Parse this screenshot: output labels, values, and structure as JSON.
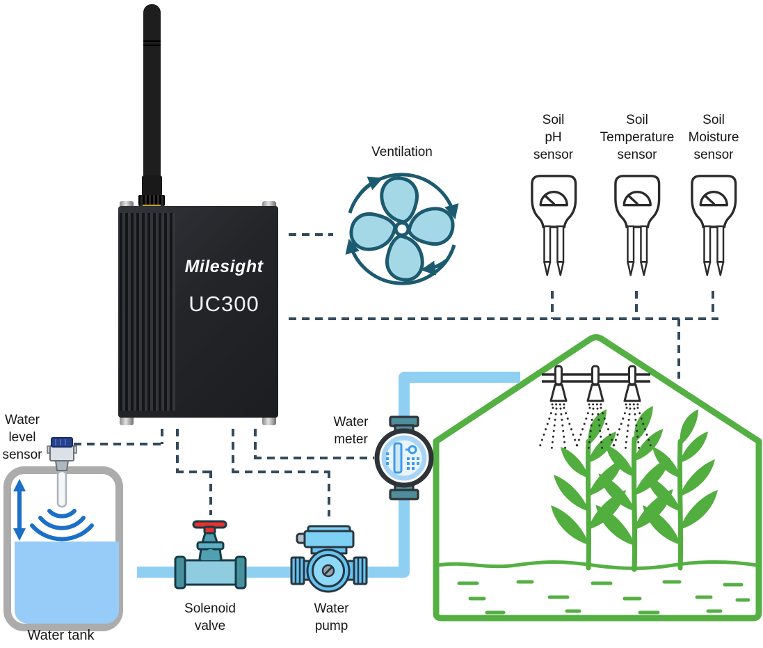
{
  "uc300": {
    "brand": "Milesight",
    "model": "UC300"
  },
  "nodes": {
    "ventilation": {
      "label": "Ventilation"
    },
    "soil_ph_sensor": {
      "lines": [
        "Soil",
        "pH",
        "sensor"
      ]
    },
    "soil_temperature_sensor": {
      "lines": [
        "Soil",
        "Temperature",
        "sensor"
      ]
    },
    "soil_moisture_sensor": {
      "lines": [
        "Soil",
        "Moisture",
        "sensor"
      ]
    },
    "water_level_sensor": {
      "lines": [
        "Water",
        "level",
        "sensor"
      ]
    },
    "water_tank": {
      "label": "Water tank"
    },
    "water_meter": {
      "lines": [
        "Water",
        "meter"
      ]
    },
    "solenoid_valve": {
      "lines": [
        "Solenoid",
        "valve"
      ]
    },
    "water_pump": {
      "lines": [
        "Water",
        "pump"
      ]
    }
  },
  "colors": {
    "dashed_link": "#33495C",
    "pipe_blue": "#8FD0F2",
    "greenhouse_green": "#55B044",
    "fan_blade_fill": "#A5D8E6",
    "fan_stroke": "#1C5A70",
    "tank_water_blue": "#97CBF8",
    "level_wave_blue": "#1B6FC7",
    "valve_pipe_teal": "#8FCCE0",
    "valve_body_teal": "#4FA0B0",
    "valve_handle_red": "#E8312F",
    "pump_blue": "#66C2F2",
    "meter_accent_blue": "#3D9BE9",
    "device_black": "#232529",
    "label_text": "#161616"
  }
}
